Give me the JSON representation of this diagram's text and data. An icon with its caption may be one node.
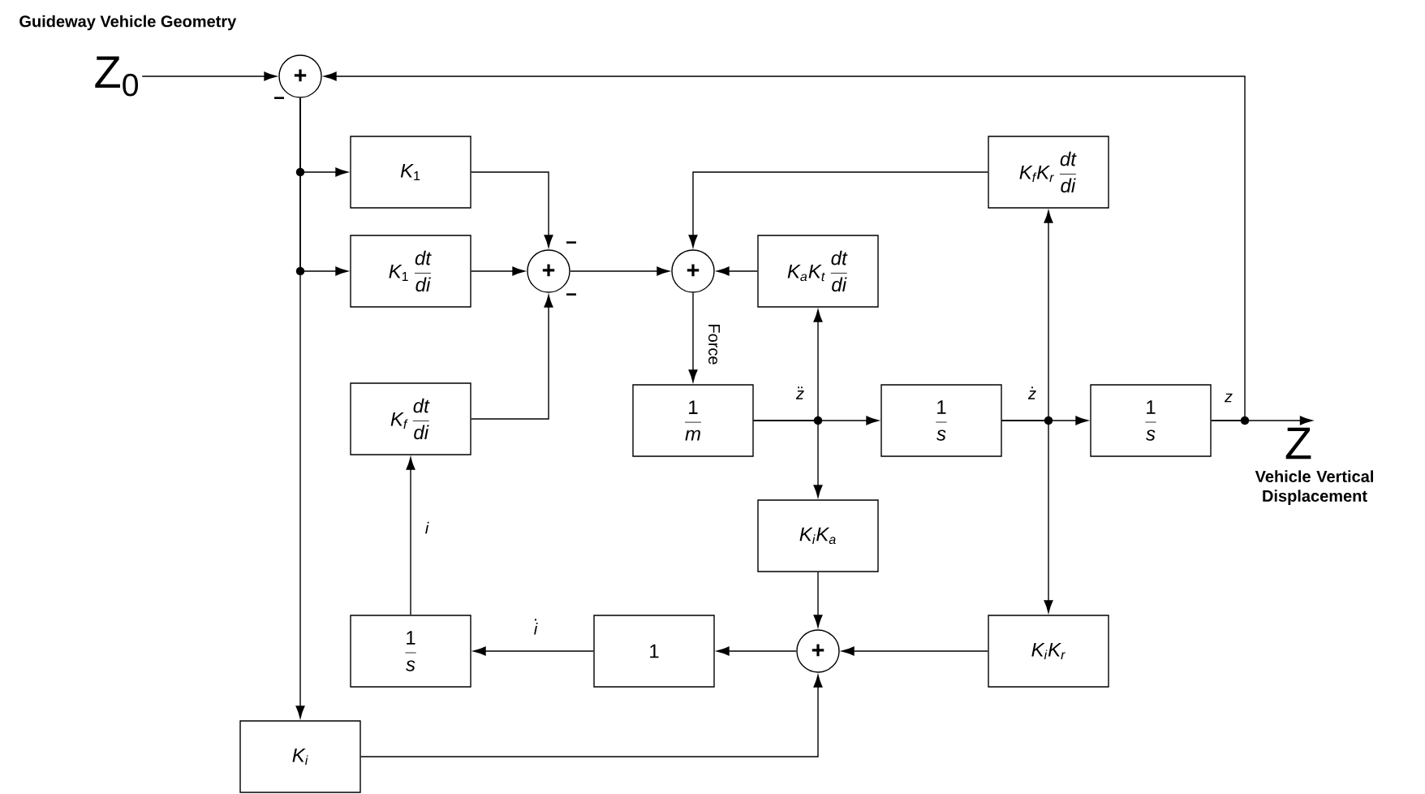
{
  "diagram": {
    "title": "Guideway Vehicle Geometry",
    "nodes": [
      {
        "text": [
          "Z$_{0}$"
        ]
      },
      {
        "text": [
          "+"
        ]
      },
      {
        "text": [
          "K_1"
        ]
      },
      {
        "text": [
          "K_1\\,\\frac{dt}{di}"
        ]
      },
      {
        "text": [
          "+"
        ]
      },
      {
        "text": [
          "+"
        ]
      },
      {
        "text": [
          "K_aK_t\\,\\frac{dt}{di}"
        ]
      },
      {
        "text": [
          "K_fK_r\\,\\frac{dt}{di}"
        ]
      },
      {
        "text": [
          "K_f\\,\\frac{dt}{di}"
        ]
      },
      {
        "text": [
          "\\frac{1}{m}"
        ]
      },
      {
        "text": [
          "\\frac{1}{s}"
        ]
      },
      {
        "text": [
          "\\frac{1}{s}"
        ]
      },
      {
        "text": [
          "Z"
        ],
        "beside": [
          "Vehicle Vertical Displacement"
        ]
      },
      {
        "text": [
          "K_iK_a"
        ]
      },
      {
        "text": [
          "\\frac{1}{s}"
        ]
      },
      {
        "text": [
          "1"
        ]
      },
      {
        "text": [
          "+"
        ]
      },
      {
        "text": [
          "K_iK_r"
        ]
      },
      {
        "text": [
          "K_i"
        ]
      }
    ],
    "edges": [
      {
        "from": 0,
        "to": 1,
        "arrow": "to"
      },
      {
        "from": 1,
        "to": 2,
        "arrow": "to"
      },
      {
        "from": 1,
        "to": 3,
        "arrow": "to"
      },
      {
        "from": 1,
        "to": 18,
        "arrow": "to"
      },
      {
        "from": 2,
        "to": 4,
        "arrow": "to"
      },
      {
        "from": 3,
        "to": 4,
        "arrow": "to"
      },
      {
        "from": 8,
        "to": 4,
        "arrow": "to"
      },
      {
        "from": 4,
        "to": 5,
        "arrow": "to"
      },
      {
        "from": 7,
        "to": 5,
        "arrow": "to"
      },
      {
        "from": 6,
        "to": 5,
        "arrow": "to"
      },
      {
        "from": 5,
        "to": 9,
        "arrow": "to",
        "label": "Force"
      },
      {
        "from": 9,
        "to": 10,
        "arrow": "to",
        "label": "\\ddot{z}"
      },
      {
        "from": 9,
        "to": 6,
        "arrow": "to"
      },
      {
        "from": 9,
        "to": 13,
        "arrow": "to"
      },
      {
        "from": 10,
        "to": 11,
        "arrow": "to",
        "label": "\\dot{z}"
      },
      {
        "from": 10,
        "to": 7,
        "arrow": "to"
      },
      {
        "from": 10,
        "to": 17,
        "arrow": "to"
      },
      {
        "from": 11,
        "to": 12,
        "arrow": "to",
        "label": "z"
      },
      {
        "from": 11,
        "to": 1,
        "arrow": "to"
      },
      {
        "from": 13,
        "to": 16,
        "arrow": "to"
      },
      {
        "from": 17,
        "to": 16,
        "arrow": "to"
      },
      {
        "from": 18,
        "to": 16,
        "arrow": "to"
      },
      {
        "from": 16,
        "to": 15,
        "arrow": "to"
      },
      {
        "from": 15,
        "to": 14,
        "arrow": "to",
        "label": "\\dot{i}"
      },
      {
        "from": 14,
        "to": 8,
        "arrow": "to",
        "label": "i"
      }
    ],
    "labels": [
      "−",
      "−",
      "−"
    ]
  }
}
